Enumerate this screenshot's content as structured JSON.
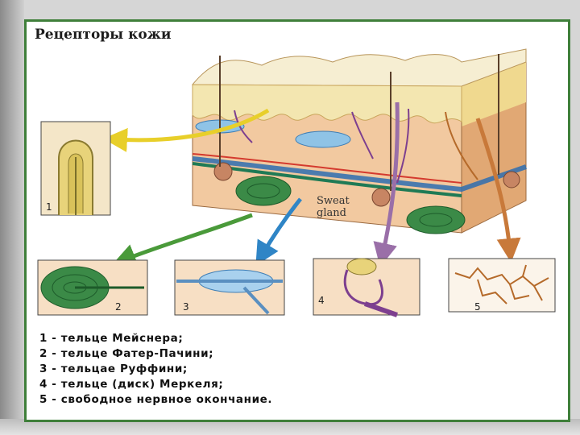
{
  "title": "Рецепторы кожи",
  "gland_label": [
    "Sweat",
    "gland"
  ],
  "panel_numbers": [
    "1",
    "2",
    "3",
    "4",
    "5"
  ],
  "legend": [
    "1 - тельце Мейснера;",
    "2 - тельце Фатер-Пачини;",
    "3 - тельцае Руффини;",
    "4 - тельце (диск) Меркеля;",
    "5 - свободное нервное окончание."
  ],
  "colors": {
    "frame": "#3f7f3a",
    "epidermis": "#f3e6b0",
    "dermis": "#f2c9a0",
    "meissner_arrow": "#e8cf2a",
    "pacini_arrow": "#4a9a3a",
    "ruffini_arrow": "#2f85c6",
    "merkel_arrow": "#9a6fa8",
    "free_ending_arrow": "#c8793a"
  }
}
